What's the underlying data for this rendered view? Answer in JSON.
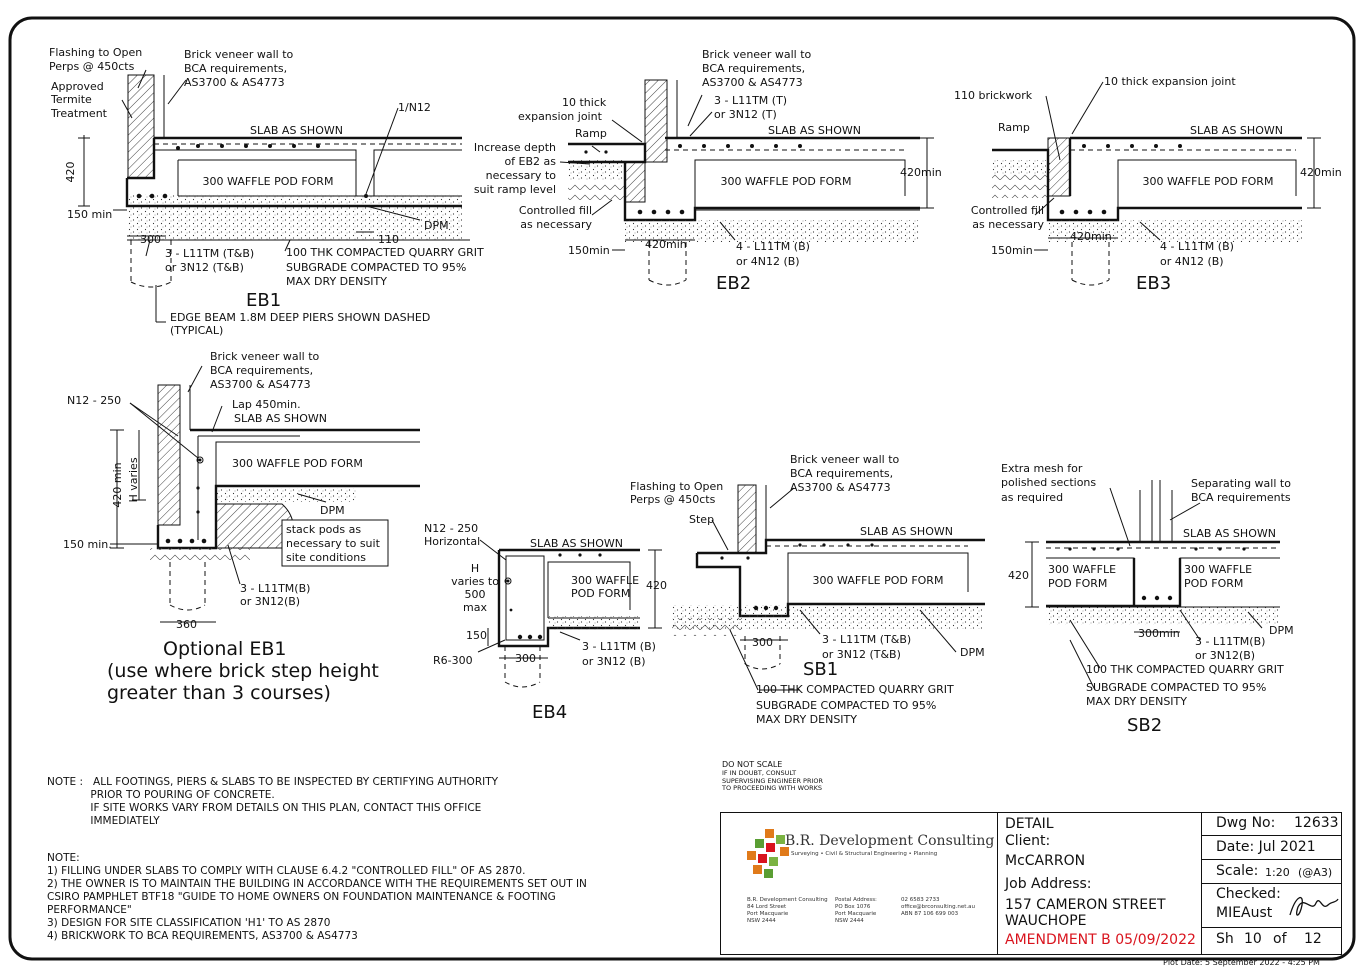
{
  "details": {
    "eb1": {
      "title": "EB1",
      "flashing": [
        "Flashing to Open",
        "Perps @ 450cts"
      ],
      "termite": [
        "Approved",
        "Termite",
        "Treatment"
      ],
      "wall": [
        "Brick veneer wall to",
        "BCA requirements,",
        "AS3700 & AS4773"
      ],
      "bar_top": "1/N12",
      "slab": "SLAB AS SHOWN",
      "pod": "300 WAFFLE POD FORM",
      "depth": "420",
      "min150": "150 min",
      "dpm": "DPM",
      "w300": "300",
      "w110": "110",
      "bars": [
        "3 - L11TM (T&B)",
        "or 3N12 (T&B)"
      ],
      "grit": [
        "100 THK COMPACTED QUARRY GRIT",
        "SUBGRADE COMPACTED TO 95%",
        "MAX DRY DENSITY"
      ],
      "piers": [
        "EDGE BEAM 1.8M DEEP PIERS SHOWN DASHED",
        "(TYPICAL)"
      ]
    },
    "eb2": {
      "title": "EB2",
      "wall": [
        "Brick veneer wall to",
        "BCA requirements,",
        "AS3700 & AS4773"
      ],
      "joint": [
        "10 thick",
        "expansion joint"
      ],
      "topbars": [
        "3 - L11TM (T)",
        "or 3N12 (T)"
      ],
      "ramp": "Ramp",
      "slab": "SLAB AS SHOWN",
      "increase": [
        "Increase depth",
        "of EB2 as",
        "necessary to",
        "suit ramp level"
      ],
      "pod": "300 WAFFLE POD FORM",
      "depth": "420min",
      "fill": [
        "Controlled fill",
        "as necessary"
      ],
      "min150": "150min",
      "w420": "420min",
      "bars": [
        "4 - L11TM (B)",
        "or 4N12 (B)"
      ]
    },
    "eb3": {
      "title": "EB3",
      "brick": "110 brickwork",
      "joint": "10 thick expansion joint",
      "ramp": "Ramp",
      "slab": "SLAB AS SHOWN",
      "pod": "300 WAFFLE POD FORM",
      "depth": "420min",
      "fill": [
        "Controlled fill",
        "as necessary"
      ],
      "min150": "150min",
      "w420": "420min",
      "bars": [
        "4 - L11TM (B)",
        "or 4N12 (B)"
      ]
    },
    "oeb1": {
      "title": [
        "Optional EB1",
        "(use where brick step height",
        "greater than 3 courses)"
      ],
      "wall": [
        "Brick veneer wall to",
        "BCA requirements,",
        "AS3700 & AS4773"
      ],
      "n12": "N12 - 250",
      "lap": "Lap 450min.",
      "slab": "SLAB AS SHOWN",
      "pod": "300 WAFFLE POD FORM",
      "hvar": "H varies",
      "min420": "420 min",
      "dpm": "DPM",
      "stack": [
        "stack pods as",
        "necessary to suit",
        "site conditions"
      ],
      "min150": "150 min.",
      "bars": [
        "3 - L11TM(B)",
        "or 3N12(B)"
      ],
      "w360": "360"
    },
    "eb4": {
      "title": "EB4",
      "n12": [
        "N12 - 250",
        "Horizontal"
      ],
      "slab": "SLAB AS SHOWN",
      "h": [
        "H",
        "varies to",
        "500",
        "max"
      ],
      "pod": [
        "300 WAFFLE",
        "POD FORM"
      ],
      "d420": "420",
      "d150": "150",
      "r6": "R6-300",
      "w300": "300",
      "bars": [
        "3 - L11TM (B)",
        "or 3N12 (B)"
      ]
    },
    "sb1": {
      "title": "SB1",
      "flashing": [
        "Flashing to Open",
        "Perps @ 450cts"
      ],
      "wall": [
        "Brick veneer wall to",
        "BCA requirements,",
        "AS3700 & AS4773"
      ],
      "step": "Step",
      "slab": "SLAB AS SHOWN",
      "pod": "300 WAFFLE POD FORM",
      "w300": "300",
      "bars": [
        "3 - L11TM (T&B)",
        "or 3N12 (T&B)"
      ],
      "dpm": "DPM",
      "grit": [
        "100 THK COMPACTED QUARRY GRIT",
        "SUBGRADE COMPACTED TO 95%",
        "MAX DRY DENSITY"
      ]
    },
    "sb2": {
      "title": "SB2",
      "mesh": [
        "Extra mesh for",
        "polished sections",
        "as required"
      ],
      "sep": [
        "Separating wall to",
        "BCA requirements"
      ],
      "slab": "SLAB AS SHOWN",
      "pod1": [
        "300 WAFFLE",
        "POD FORM"
      ],
      "pod2": [
        "300 WAFFLE",
        "POD FORM"
      ],
      "d420": "420",
      "w300": "300min",
      "bars": [
        "3 - L11TM(B)",
        "or 3N12(B)"
      ],
      "dpm": "DPM",
      "grit": [
        "100 THK COMPACTED QUARRY GRIT",
        "SUBGRADE COMPACTED TO 95%",
        "MAX DRY DENSITY"
      ]
    }
  },
  "notes": {
    "note1": [
      "NOTE :   ALL FOOTINGS, PIERS & SLABS TO BE INSPECTED BY CERTIFYING AUTHORITY",
      "             PRIOR TO POURING OF CONCRETE.",
      "             IF SITE WORKS VARY FROM DETAILS ON THIS PLAN, CONTACT THIS OFFICE",
      "             IMMEDIATELY"
    ],
    "note2": [
      "NOTE:",
      "1) FILLING UNDER SLABS TO COMPLY WITH CLAUSE 6.4.2 \"CONTROLLED FILL\" OF AS 2870.",
      "2) THE OWNER IS TO MAINTAIN THE BUILDING IN ACCORDANCE WITH THE REQUIREMENTS SET OUT IN",
      "CSIRO PAMPHLET BTF18 \"GUIDE TO HOME OWNERS ON FOUNDATION MAINTENANCE & FOOTING",
      "PERFORMANCE\"",
      "3) DESIGN FOR SITE CLASSIFICATION 'H1' TO AS 2870",
      "4) BRICKWORK TO BCA REQUIREMENTS, AS3700 & AS4773"
    ],
    "dns": [
      "DO NOT SCALE",
      "IF IN DOUBT, CONSULT",
      "SUPERVISING ENGINEER PRIOR",
      "TO PROCEEDING WITH WORKS"
    ]
  },
  "title_block": {
    "company": "B.R. Development Consulting",
    "tagline": "Surveying • Civil & Structural Engineering • Planning",
    "addr1": [
      "B.R. Development Consulting",
      "84 Lord Street",
      "Port Macquarie",
      "NSW 2444"
    ],
    "addr2": [
      "Postal Address:",
      "PO Box 1076",
      "Port Macquarie",
      "NSW 2444"
    ],
    "addr3": [
      "02 6583 2733",
      "office@brconsulting.net.au",
      "",
      "ABN 87 106 699 003"
    ],
    "detail": "DETAIL",
    "client_label": "Client:",
    "client": "McCARRON",
    "job_label": "Job Address:",
    "job_line1": "157 CAMERON STREET",
    "job_line2": "WAUCHOPE",
    "amendment": "AMENDMENT B 05/09/2022",
    "dwg_label": "Dwg No:",
    "dwg_no": "12633",
    "date": "Date: Jul 2021",
    "scale_label": "Scale:",
    "scale": "1:20",
    "scale_sheet": "(@A3)",
    "checked_label": "Checked:",
    "checked_by": "MIEAust",
    "sh_label": "Sh",
    "sh": "10",
    "of_label": "of",
    "sh_total": "12"
  },
  "plot_date": "Plot Date:   5 September 2022 - 4:25 PM",
  "colors": {
    "amendment": "#d9141e",
    "ink": "#111111"
  }
}
